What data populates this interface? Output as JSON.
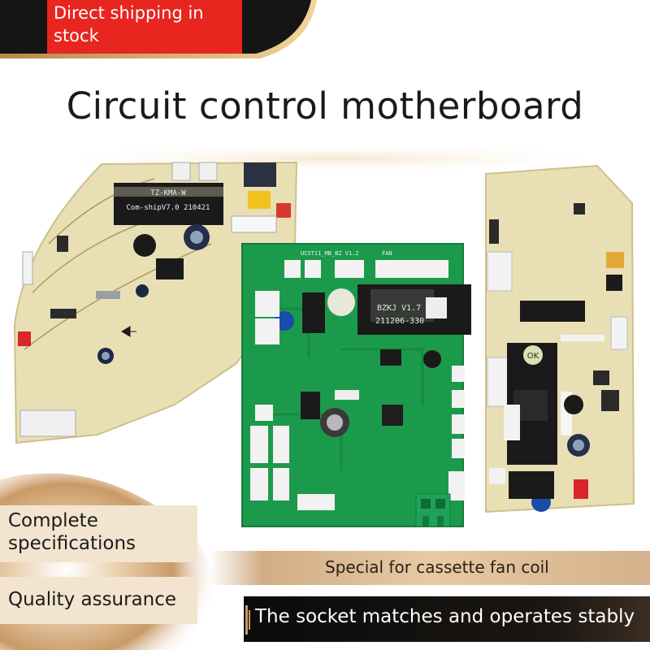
{
  "banner": {
    "ship_text": "Direct shipping in stock"
  },
  "title": "Circuit control motherboard",
  "features": {
    "complete": "Complete specifications",
    "quality": "Quality assurance"
  },
  "captions": {
    "cassette": "Special for cassette fan coil",
    "socket": "The socket matches and operates stably"
  },
  "boards": {
    "left": {
      "relay_label": "TZ-KMA-W",
      "model": "Com-shipV7.0 210421"
    },
    "center": {
      "header": "UCST11_MB_BZ V1.2",
      "fan": "FAN",
      "sticker": "BZKJ V1.7",
      "code": "211206-330"
    },
    "right": {
      "ok_mark": "OK"
    }
  },
  "colors": {
    "badge_red": "#e8251f",
    "cream_board": "#e9dfb4",
    "green_board": "#1c9a4c",
    "bronze": "#c99a66"
  }
}
